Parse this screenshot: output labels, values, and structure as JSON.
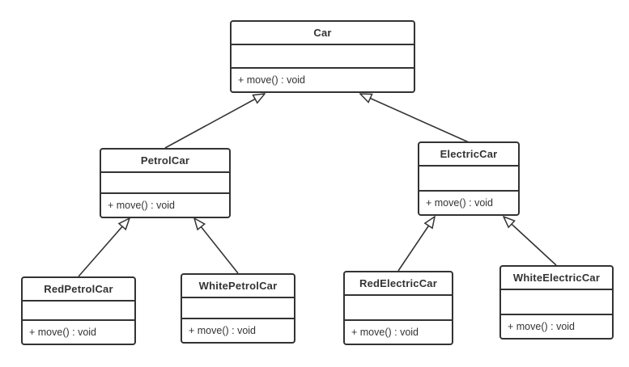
{
  "diagram": {
    "type": "uml-class-diagram",
    "classes": [
      {
        "name": "Car",
        "attributes": "",
        "method": "+ move() : void"
      },
      {
        "name": "PetrolCar",
        "attributes": "",
        "method": "+ move() : void"
      },
      {
        "name": "ElectricCar",
        "attributes": "",
        "method": "+ move() : void"
      },
      {
        "name": "RedPetrolCar",
        "attributes": "",
        "method": "+ move() : void"
      },
      {
        "name": "WhitePetrolCar",
        "attributes": "",
        "method": "+ move() : void"
      },
      {
        "name": "RedElectricCar",
        "attributes": "",
        "method": "+ move() : void"
      },
      {
        "name": "WhiteElectricCar",
        "attributes": "",
        "method": "+ move() : void"
      }
    ],
    "edges": [
      {
        "from": "PetrolCar",
        "to": "Car",
        "type": "generalization"
      },
      {
        "from": "ElectricCar",
        "to": "Car",
        "type": "generalization"
      },
      {
        "from": "RedPetrolCar",
        "to": "PetrolCar",
        "type": "generalization"
      },
      {
        "from": "WhitePetrolCar",
        "to": "PetrolCar",
        "type": "generalization"
      },
      {
        "from": "RedElectricCar",
        "to": "ElectricCar",
        "type": "generalization"
      },
      {
        "from": "WhiteElectricCar",
        "to": "ElectricCar",
        "type": "generalization"
      }
    ],
    "colors": {
      "stroke": "#333333",
      "text": "#333333",
      "fill": "#ffffff",
      "background": "#ffffff"
    }
  }
}
